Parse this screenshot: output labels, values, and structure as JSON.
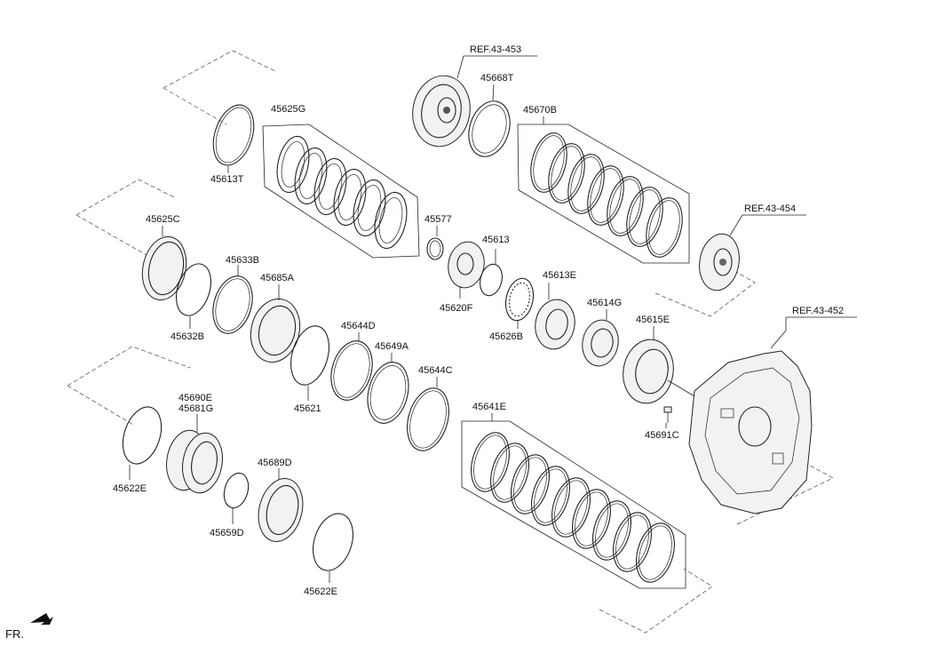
{
  "diagram": {
    "orientation_label": "FR.",
    "part_labels": [
      {
        "key": "45613T",
        "text": "45613T"
      },
      {
        "key": "45625G",
        "text": "45625G"
      },
      {
        "key": "45668T",
        "text": "45668T"
      },
      {
        "key": "45670B",
        "text": "45670B"
      },
      {
        "key": "45625C",
        "text": "45625C"
      },
      {
        "key": "45633B",
        "text": "45633B"
      },
      {
        "key": "45685A",
        "text": "45685A"
      },
      {
        "key": "45632B",
        "text": "45632B"
      },
      {
        "key": "45577",
        "text": "45577"
      },
      {
        "key": "45613",
        "text": "45613"
      },
      {
        "key": "45620F",
        "text": "45620F"
      },
      {
        "key": "45613E",
        "text": "45613E"
      },
      {
        "key": "45626B",
        "text": "45626B"
      },
      {
        "key": "45614G",
        "text": "45614G"
      },
      {
        "key": "45615E",
        "text": "45615E"
      },
      {
        "key": "45644D",
        "text": "45644D"
      },
      {
        "key": "45649A",
        "text": "45649A"
      },
      {
        "key": "45621",
        "text": "45621"
      },
      {
        "key": "45644C",
        "text": "45644C"
      },
      {
        "key": "45690E",
        "text": "45690E"
      },
      {
        "key": "45681G",
        "text": "45681G"
      },
      {
        "key": "45622E_top",
        "text": "45622E"
      },
      {
        "key": "45641E",
        "text": "45641E"
      },
      {
        "key": "45691C",
        "text": "45691C"
      },
      {
        "key": "45689D",
        "text": "45689D"
      },
      {
        "key": "45659D",
        "text": "45659D"
      },
      {
        "key": "45622E_bottom",
        "text": "45622E"
      }
    ],
    "ref_labels": [
      {
        "key": "ref453",
        "text": "REF.43-453"
      },
      {
        "key": "ref454",
        "text": "REF.43-454"
      },
      {
        "key": "ref452",
        "text": "REF.43-452"
      }
    ]
  }
}
